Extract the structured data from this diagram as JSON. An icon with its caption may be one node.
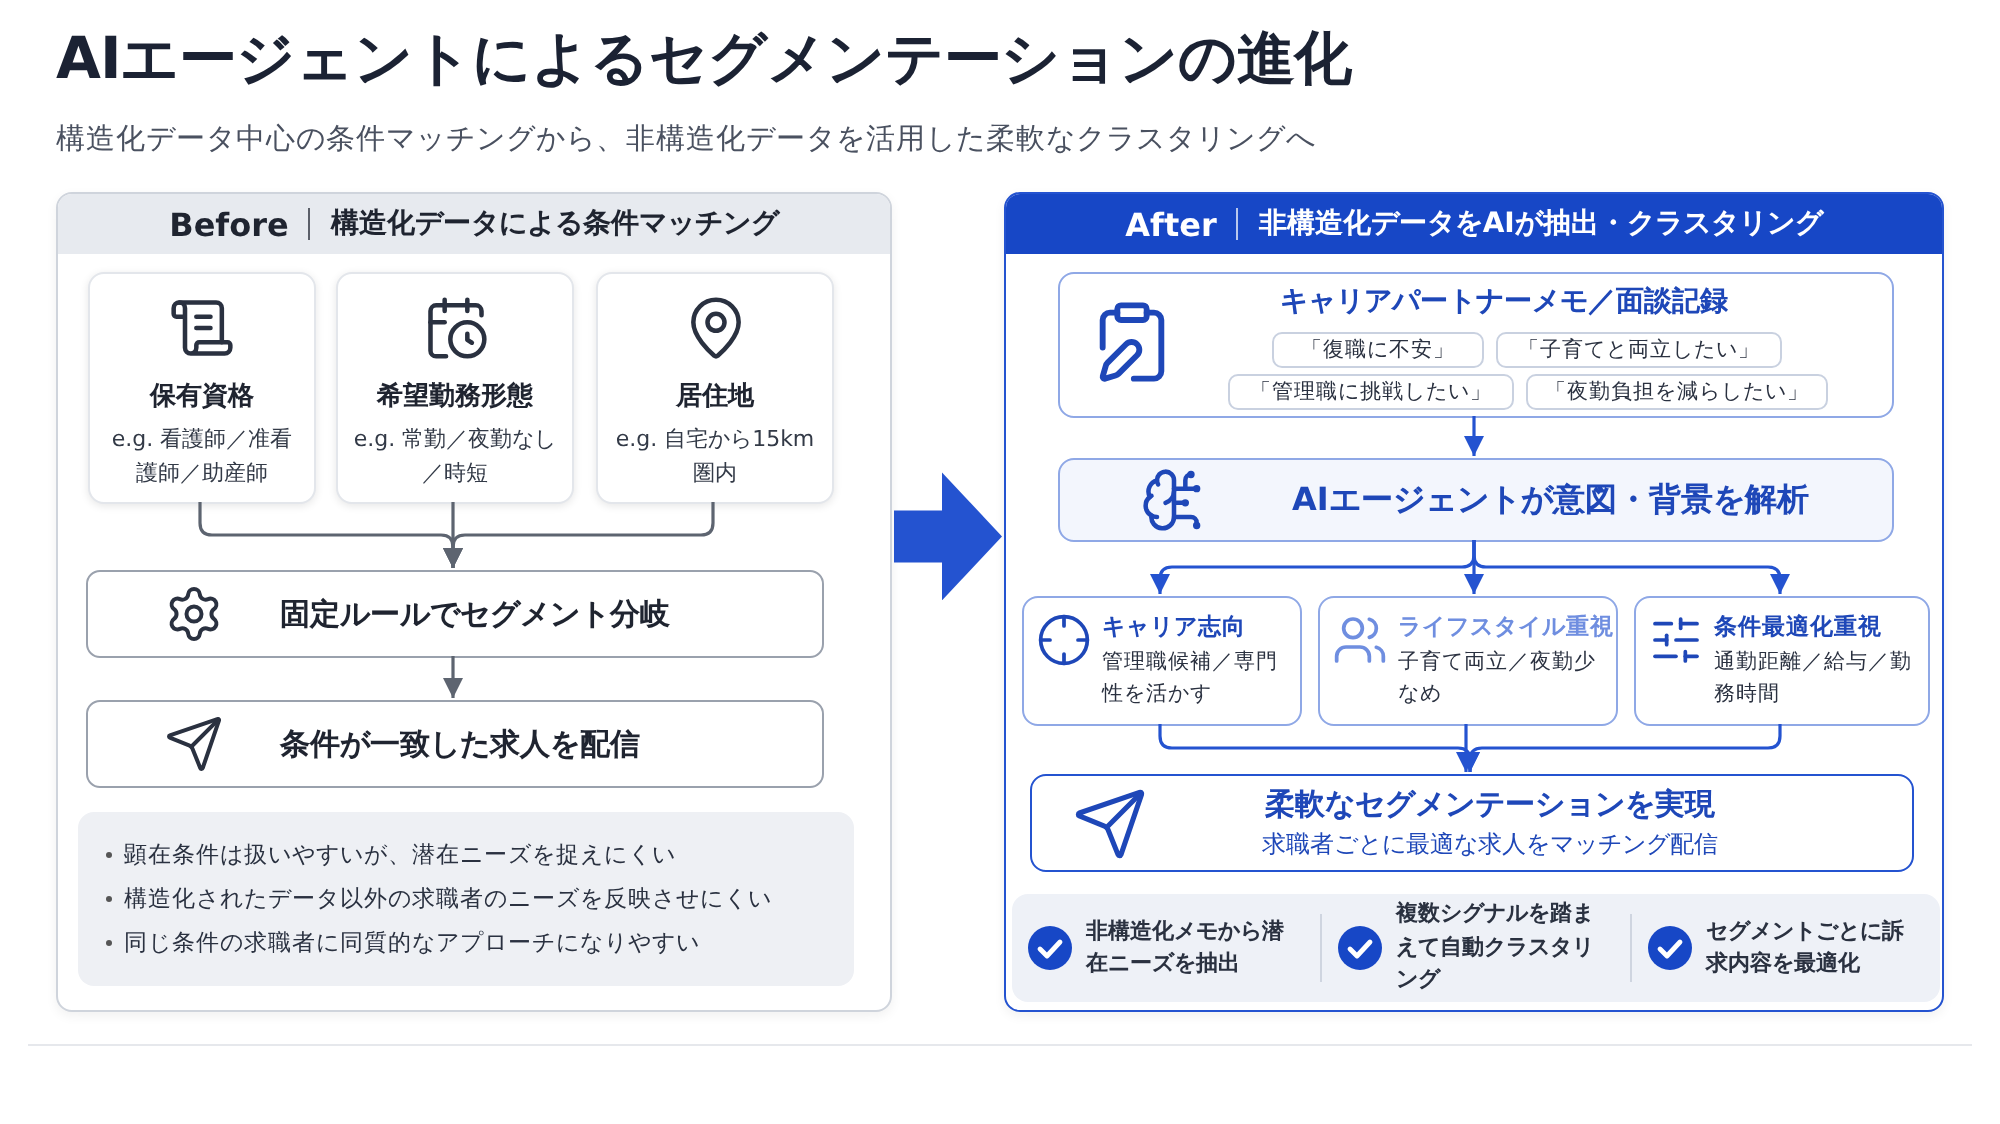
{
  "diagram": {
    "title": "AIエージェントによるセグメンテーションの進化",
    "nodes": [
      {
        "text": [
          "Before",
          "構造化データによる条件マッチング"
        ]
      },
      {
        "text": [
          "保有資格",
          "e.g. 看護師／准看護師／助産師"
        ],
        "in": 0
      },
      {
        "text": [
          "希望勤務形態",
          "e.g. 常勤／夜勤なし／時短"
        ],
        "in": 0
      },
      {
        "text": [
          "居住地",
          "e.g. 自宅から15km圏内"
        ],
        "in": 0
      },
      {
        "text": [
          "固定ルールでセグメント分岐"
        ],
        "in": 0
      },
      {
        "text": [
          "条件が一致した求人を配信"
        ],
        "in": 0
      },
      {
        "text": [
          "顕在条件は扱いやすいが、潜在ニーズを捉えにくい",
          "構造化されたデータ以外の求職者のニーズを反映させにくい",
          "同じ条件の求職者に同質的なアプローチになりやすい"
        ],
        "in": 0
      },
      {
        "text": [
          "After",
          "非構造化データをAIが抽出・クラスタリング"
        ]
      },
      {
        "text": [
          "キャリアパートナーメモ／面談記録"
        ],
        "in": 7
      },
      {
        "text": [
          "「復職に不安」"
        ],
        "in": 8
      },
      {
        "text": [
          "「子育てと両立したい」"
        ],
        "in": 8
      },
      {
        "text": [
          "「管理職に挑戦したい」"
        ],
        "in": 8
      },
      {
        "text": [
          "「夜勤負担を減らしたい」"
        ],
        "in": 8
      },
      {
        "text": [
          "AIエージェントが意図・背景を解析"
        ],
        "in": 7
      },
      {
        "text": [
          "キャリア志向",
          "管理職候補／専門性を活かす"
        ],
        "in": 7
      },
      {
        "text": [
          "ライフスタイル重視",
          "子育て両立／夜勤少なめ"
        ],
        "in": 7
      },
      {
        "text": [
          "条件最適化重視",
          "通勤距離／給与／勤務時間"
        ],
        "in": 7
      },
      {
        "text": [
          "柔軟なセグメンテーションを実現",
          "求職者ごとに最適な求人をマッチング配信"
        ],
        "in": 7
      },
      {
        "text": [
          "非構造化メモから潜在ニーズを抽出",
          "複数シグナルを踏まえて自動クラスタリング",
          "セグメントごとに訴求内容を最適化"
        ],
        "in": 7
      }
    ],
    "edges": [
      {
        "from": 1,
        "to": 4,
        "arrow": "to",
        "color": "#5d6470"
      },
      {
        "from": 2,
        "to": 4,
        "arrow": "to",
        "color": "#5d6470"
      },
      {
        "from": 3,
        "to": 4,
        "arrow": "to",
        "color": "#5d6470"
      },
      {
        "from": 4,
        "to": 5,
        "arrow": "to",
        "color": "#5d6470"
      },
      {
        "from": 8,
        "to": 13,
        "arrow": "to"
      },
      {
        "from": 13,
        "to": 14,
        "arrow": "to"
      },
      {
        "from": 13,
        "to": 15,
        "arrow": "to"
      },
      {
        "from": 13,
        "to": 16,
        "arrow": "to"
      },
      {
        "from": 14,
        "to": 17,
        "arrow": "to"
      },
      {
        "from": 15,
        "to": 17,
        "arrow": "to"
      },
      {
        "from": 16,
        "to": 17,
        "arrow": "to"
      },
      {
        "from": 0,
        "to": 7,
        "arrow": "to",
        "style": "thick"
      }
    ],
    "labels": [
      "構造化データ中心の条件マッチングから、非構造化データを活用した柔軟なクラスタリングへ"
    ]
  }
}
